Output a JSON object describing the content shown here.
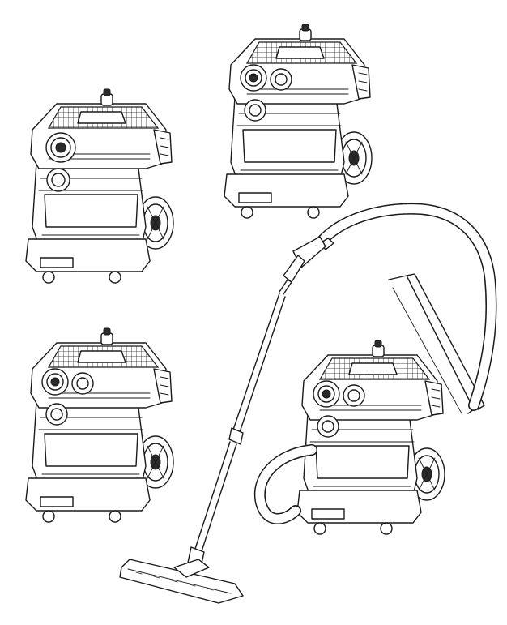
{
  "figure": {
    "vacuums": [
      {
        "id": "vacuum-small-single-port"
      },
      {
        "id": "vacuum-dual-port-top"
      },
      {
        "id": "vacuum-dual-port-bottom"
      },
      {
        "id": "vacuum-with-handle-and-hose"
      }
    ],
    "accessories": [
      "suction-hose",
      "extension-wand",
      "floor-nozzle",
      "push-handle"
    ]
  }
}
